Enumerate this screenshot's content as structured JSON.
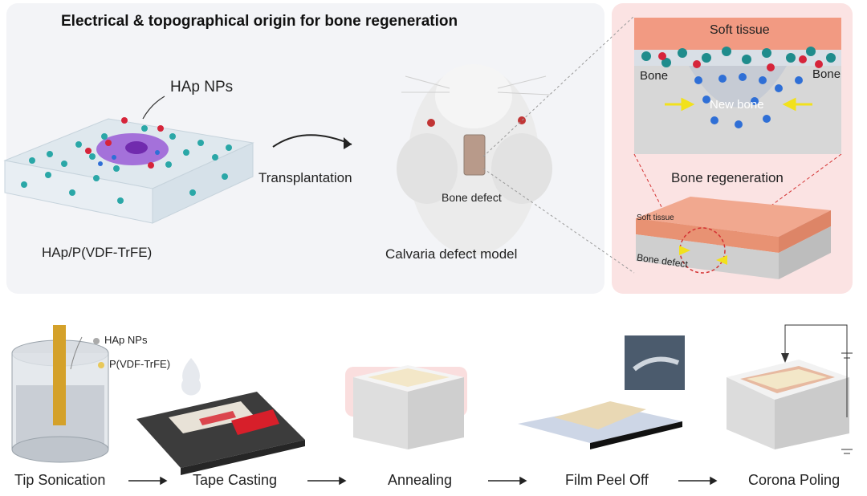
{
  "title": "Electrical & topographical origin for bone regeneration",
  "film_section": {
    "np_label": "HAp NPs",
    "film_label": "HAp/P(VDF-TrFE)"
  },
  "transplant_label": "Transplantation",
  "mouse_section": {
    "defect_label": "Bone defect",
    "model_label": "Calvaria defect model"
  },
  "inset": {
    "soft_tissue": "Soft tissue",
    "bone_left": "Bone",
    "bone_right": "Bone",
    "new_bone": "New bone",
    "regeneration": "Bone regeneration",
    "small_soft_tissue": "Soft tissue",
    "small_bone_defect": "Bone defect"
  },
  "fabrication": {
    "legend_nps": "HAp NPs",
    "legend_polymer": "P(VDF-TrFE)",
    "steps": [
      "Tip Sonication",
      "Tape Casting",
      "Annealing",
      "Film Peel Off",
      "Corona Poling"
    ]
  },
  "colors": {
    "cyan_particle": "#2aa7a7",
    "positive_charge": "#d6243a",
    "negative_charge": "#2f6fd6",
    "cell": "#8a3fd1",
    "red_slider": "#d71f2a",
    "film_tan": "#e9d8b4",
    "yellow_arrow": "#f2e11c"
  }
}
